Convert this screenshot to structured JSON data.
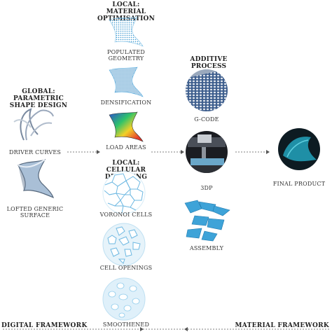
{
  "sections": {
    "global_header": "GLOBAL: PARAMETRIC SHAPE DESIGN",
    "local_material_header": "LOCAL: MATERIAL OPTIMISATION",
    "local_cellular_header": "LOCAL: CELLULAR DETAILING",
    "additive_header": "ADDITIVE PROCESS"
  },
  "steps": {
    "driver_curves": "DRIVER CURVES",
    "lofted_surface": "LOFTED GENERIC SURFACE",
    "populated_geometry": "POPULATED GEOMETRY",
    "densification": "DENSIFICATION",
    "load_areas": "LOAD AREAS",
    "voronoi_cells": "VORONOI CELLS",
    "cell_openings": "CELL OPENINGS",
    "smoothened": "SMOOTHENED",
    "gcode": "G-CODE",
    "threedp": "3DP",
    "assembly": "ASSEMBLY",
    "final_product": "FINAL PRODUCT"
  },
  "footer": {
    "left": "DIGITAL FRAMEWORK",
    "right": "MATERIAL FRAMEWORK"
  },
  "colors": {
    "mesh_blue": "#4aa6d8",
    "light_blue": "#9fd0ec",
    "dark_blue": "#1c6fa3",
    "arrow": "#555555"
  }
}
